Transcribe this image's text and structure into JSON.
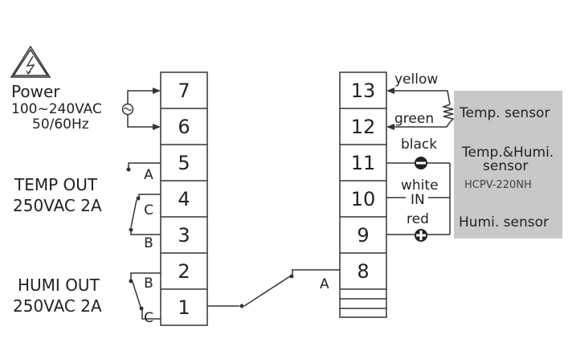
{
  "power": {
    "title": "Power",
    "voltage": "100~240VAC",
    "frequency": "50/60Hz"
  },
  "left_terminals": [
    "7",
    "6",
    "5",
    "4",
    "3",
    "2",
    "1"
  ],
  "right_terminals": [
    "13",
    "12",
    "11",
    "10",
    "9",
    "8"
  ],
  "temp_out": {
    "line1": "TEMP OUT",
    "line2": "250VAC 2A",
    "contacts": [
      "A",
      "C",
      "B"
    ]
  },
  "humi_out": {
    "line1": "HUMI OUT",
    "line2": "250VAC 2A",
    "contacts": [
      "B",
      "C"
    ]
  },
  "switch_label": "A",
  "wires": {
    "yellow": "yellow",
    "green": "green",
    "black": "black",
    "white": "white",
    "in": "IN",
    "red": "red"
  },
  "sensor_panel": {
    "temp": "Temp. sensor",
    "temp_humi_line1": "Temp.&Humi.",
    "temp_humi_line2": "sensor",
    "model": "HCPV-220NH",
    "humi": "Humi. sensor",
    "fill": "#c8c8c8"
  },
  "colors": {
    "line": "#333333",
    "text": "#222222"
  }
}
